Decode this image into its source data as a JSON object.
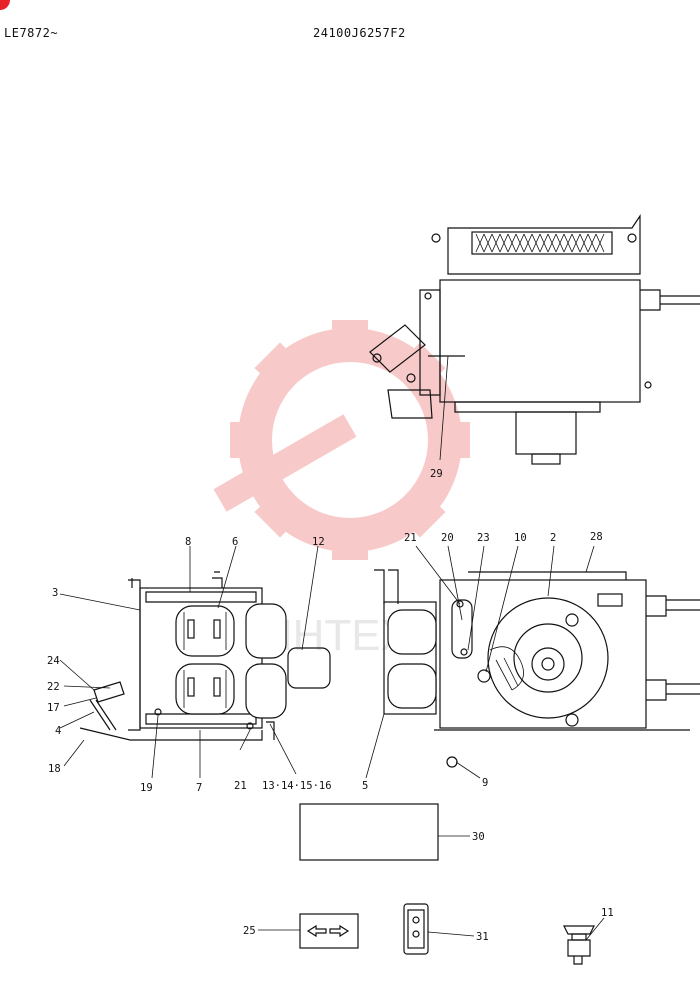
{
  "header": {
    "model_code": "LE7872~",
    "part_number": "24100J6257F2"
  },
  "watermark": {
    "text": "MHTEX",
    "color": "#f0a0a0"
  },
  "callouts": {
    "c2": "2",
    "c3": "3",
    "c4": "4",
    "c5": "5",
    "c6": "6",
    "c7": "7",
    "c8": "8",
    "c9": "9",
    "c10": "10",
    "c11": "11",
    "c12": "12",
    "c13_16": "13·14·15·16",
    "c17": "17",
    "c18": "18",
    "c19": "19",
    "c20": "20",
    "c21a": "21",
    "c21b": "21",
    "c22": "22",
    "c23": "23",
    "c24": "24",
    "c25": "25",
    "c28": "28",
    "c29": "29",
    "c30": "30",
    "c31": "31"
  }
}
